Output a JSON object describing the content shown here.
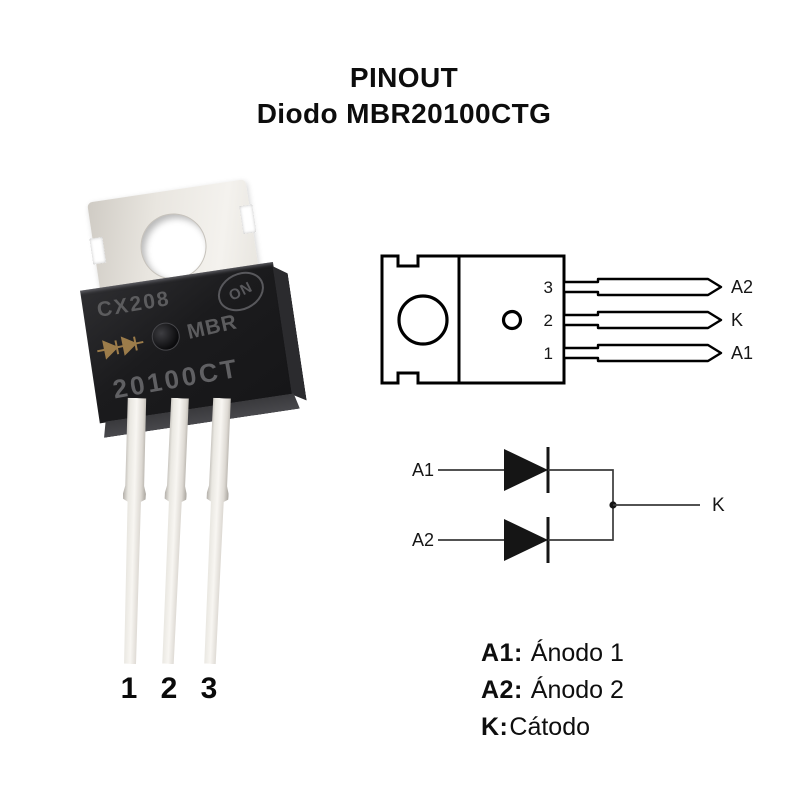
{
  "title": {
    "line1": "PINOUT",
    "line2": "Diodo MBR20100CTG"
  },
  "component_photo": {
    "markings": {
      "lot_code": "CX208",
      "logo": "ON",
      "brand": "MBR",
      "part_number": "20100CT"
    },
    "pin_numbers": [
      "1",
      "2",
      "3"
    ]
  },
  "outline_diagram": {
    "pins": [
      {
        "number": "3",
        "label": "A2"
      },
      {
        "number": "2",
        "label": "K"
      },
      {
        "number": "1",
        "label": "A1"
      }
    ]
  },
  "schematic": {
    "anode1_label": "A1",
    "anode2_label": "A2",
    "cathode_label": "K"
  },
  "legend": {
    "items": [
      {
        "key": "A1:",
        "value": "Ánodo 1"
      },
      {
        "key": "A2:",
        "value": "Ánodo 2"
      },
      {
        "key": "K:",
        "value": "Cátodo"
      }
    ]
  },
  "colors": {
    "background": "#ffffff",
    "text": "#111111",
    "diagram_stroke": "#000000",
    "schematic_line": "#3a3a3a",
    "package_body": "#1c1c1e",
    "engraving": "#5c5c5e",
    "gold_marking": "#9c7c4a",
    "metal_tab": "#e8e5df"
  }
}
